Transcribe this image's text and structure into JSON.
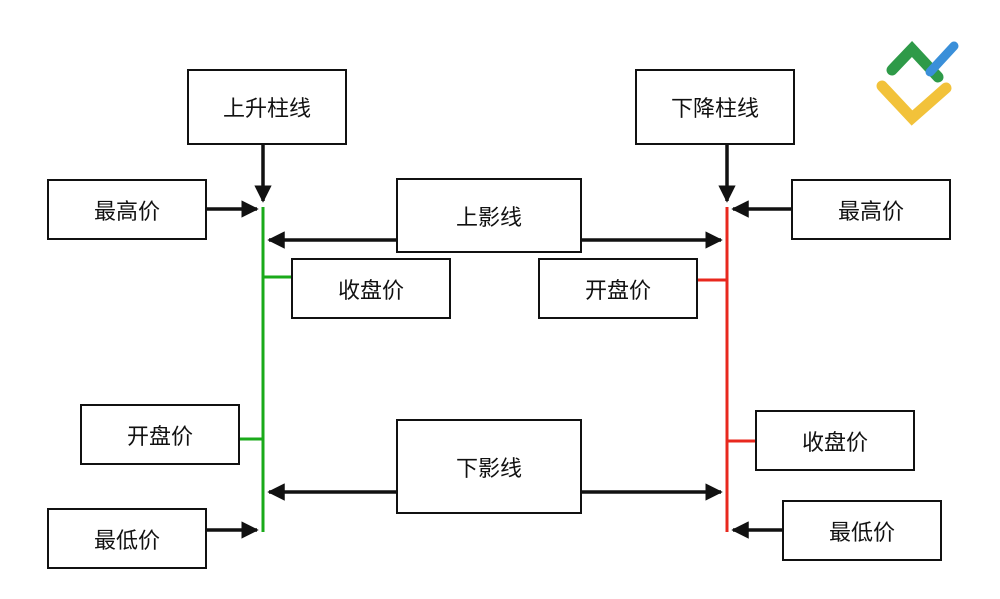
{
  "diagram": {
    "bullish": {
      "title": "上升柱线",
      "high": "最高价",
      "close": "收盘价",
      "open": "开盘价",
      "low": "最低价",
      "color": "#1aaa1a"
    },
    "bearish": {
      "title": "下降柱线",
      "high": "最高价",
      "open": "开盘价",
      "close": "收盘价",
      "low": "最低价",
      "color": "#e8281e"
    },
    "upper_shadow": "上影线",
    "lower_shadow": "下影线",
    "logo_colors": {
      "green": "#2e9a48",
      "blue": "#3a8fd9",
      "yellow": "#f2c23a"
    }
  }
}
